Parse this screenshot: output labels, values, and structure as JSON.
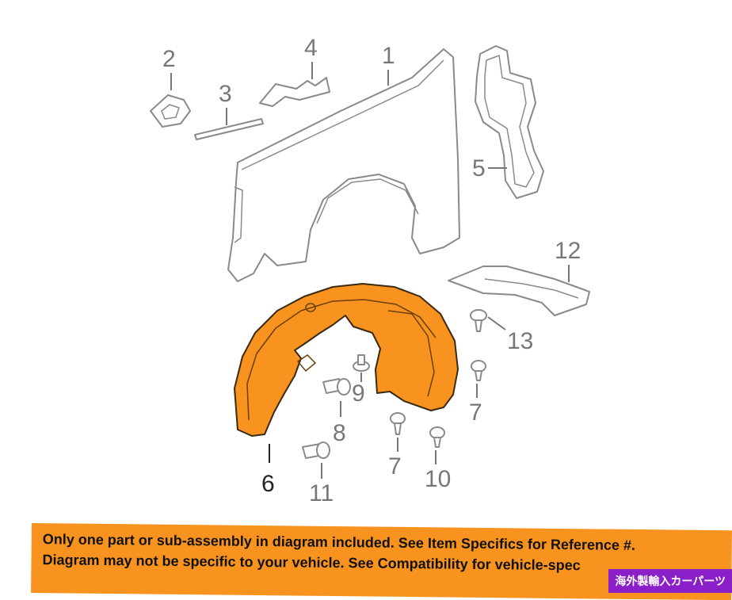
{
  "callouts": {
    "c1": "1",
    "c2": "2",
    "c3": "3",
    "c4": "4",
    "c5": "5",
    "c6": "6",
    "c7a": "7",
    "c7b": "7",
    "c8": "8",
    "c9": "9",
    "c10": "10",
    "c11": "11",
    "c12": "12",
    "c13": "13"
  },
  "notice": {
    "line1": "Only one part or sub-assembly in diagram included. See Item Specifics for Reference #.",
    "line2": "Diagram may not be specific to your vehicle. See Compatibility for vehicle-spec"
  },
  "badge": {
    "label": "海外製輸入カーパーツ"
  },
  "colors": {
    "highlight": "#f7931e",
    "badge": "#8b1fc8",
    "line_art": "#8a8a8a"
  }
}
